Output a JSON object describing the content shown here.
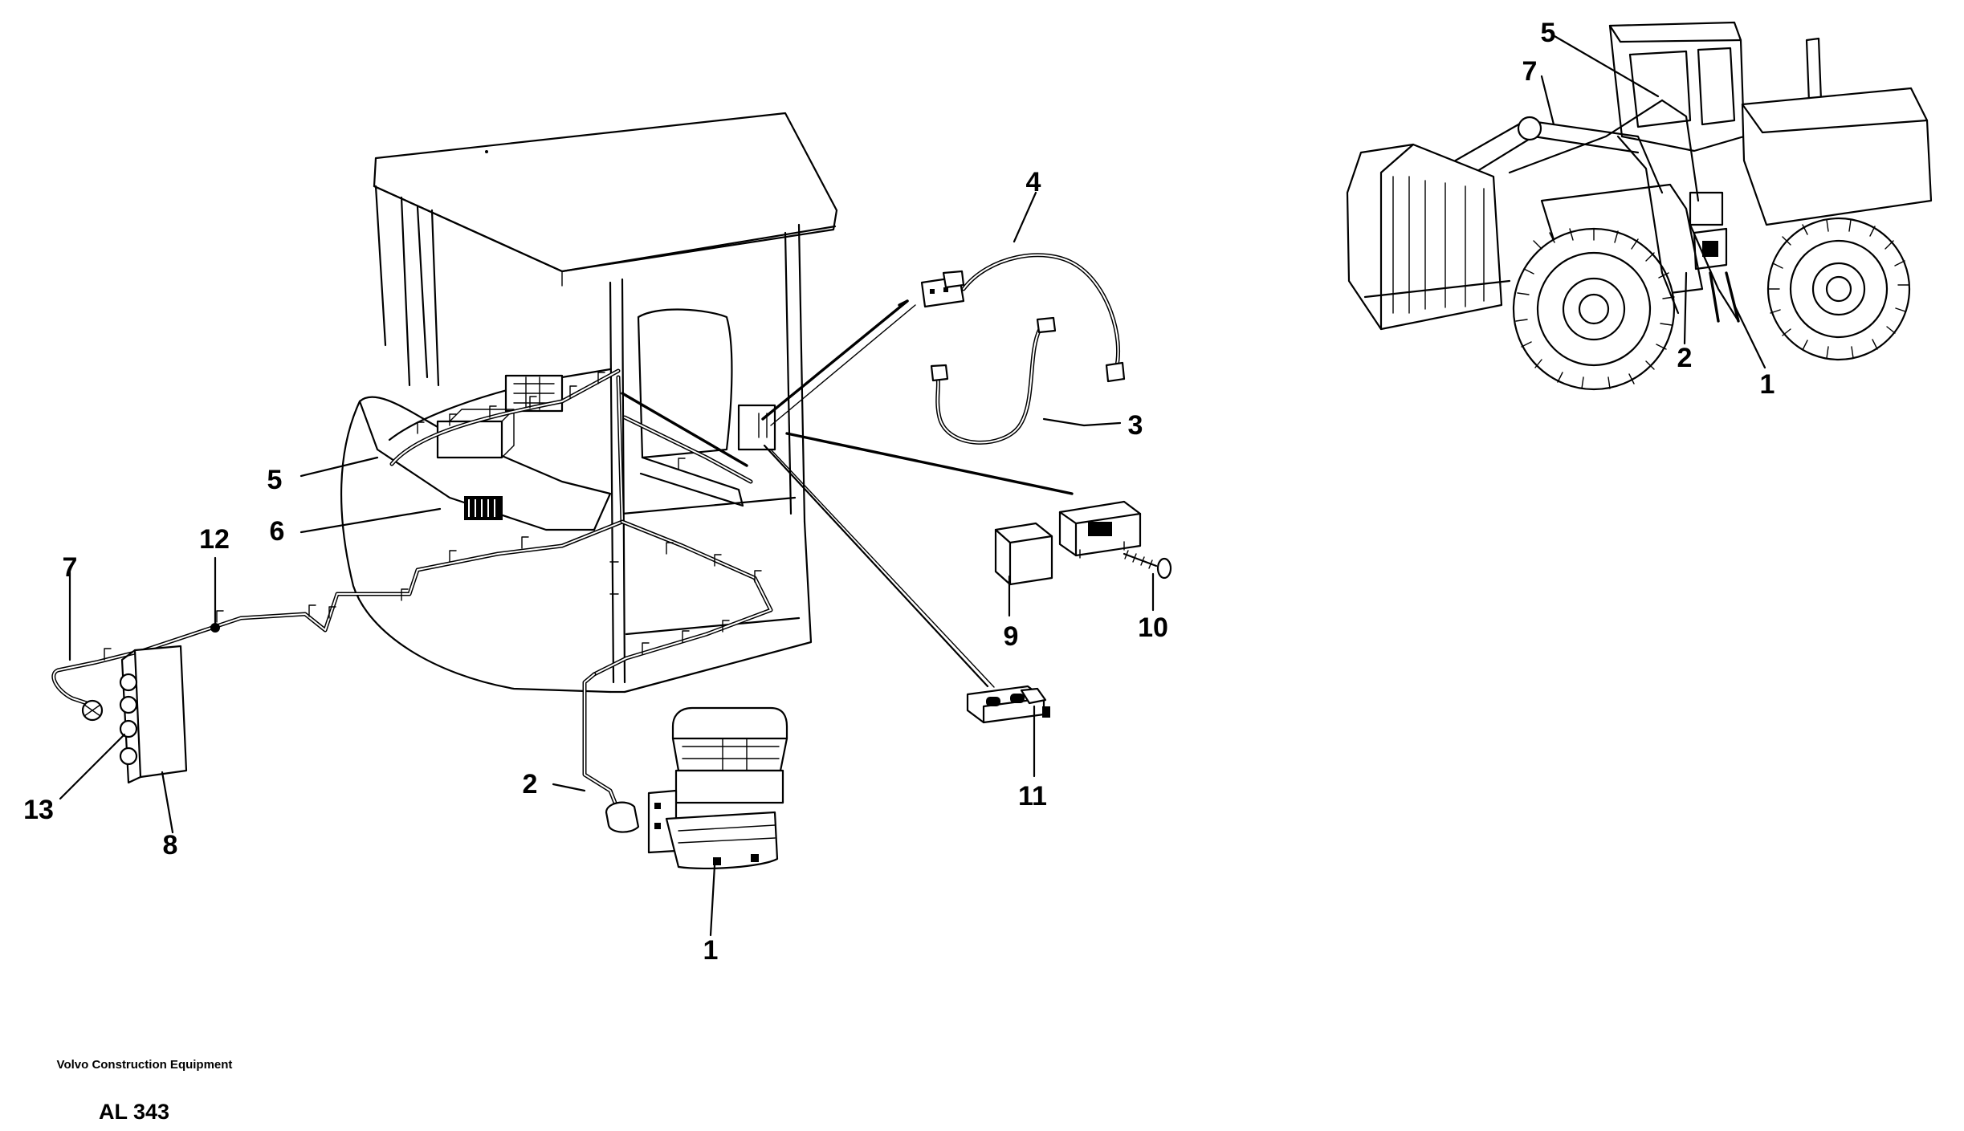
{
  "footer": {
    "company": "Volvo Construction Equipment",
    "drawing_code": "AL 343"
  },
  "callouts": {
    "c1": "1",
    "c2": "2",
    "c3": "3",
    "c4": "4",
    "c5": "5",
    "c6": "6",
    "c7": "7",
    "c8": "8",
    "c9": "9",
    "c10": "10",
    "c11": "11",
    "c12": "12",
    "c13": "13"
  },
  "overview_callouts": {
    "c1": "1",
    "c2": "2",
    "c5": "5",
    "c7": "7"
  }
}
